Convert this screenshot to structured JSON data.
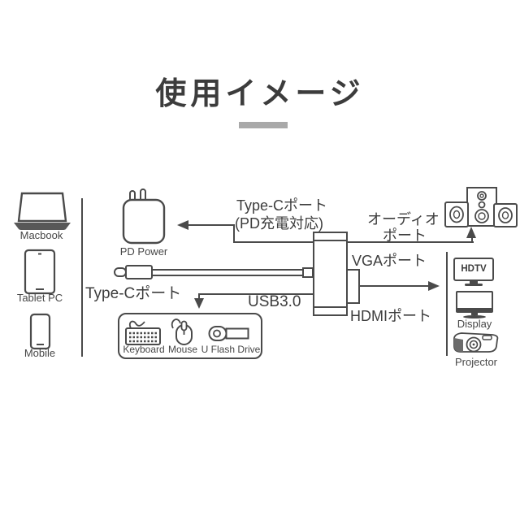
{
  "header": {
    "title": "使用イメージ"
  },
  "sources": {
    "items": [
      {
        "label": "Macbook"
      },
      {
        "label": "Tablet PC"
      },
      {
        "label": "Mobile"
      }
    ]
  },
  "power": {
    "label": "PD Power"
  },
  "ports": {
    "typec_pd": {
      "line1": "Type-Cポート",
      "line2": "(PD充電対応)"
    },
    "audio": {
      "line1": "オーディオ",
      "line2": "ポート"
    },
    "vga": "VGAポート",
    "hdmi": "HDMIポート",
    "usb": "USB3.0",
    "typec_host": "Type-Cポート"
  },
  "peripherals": {
    "keyboard": "Keyboard",
    "mouse": "Mouse",
    "flash_drive": "U Flash Drive"
  },
  "outputs": {
    "hdtv": "HDTV",
    "display": "Display",
    "projector": "Projector"
  },
  "colors": {
    "text": "#3d3d3d",
    "line": "#4a4a4a",
    "accent_bar": "#a9a9a9",
    "dark_fill": "#585858"
  }
}
